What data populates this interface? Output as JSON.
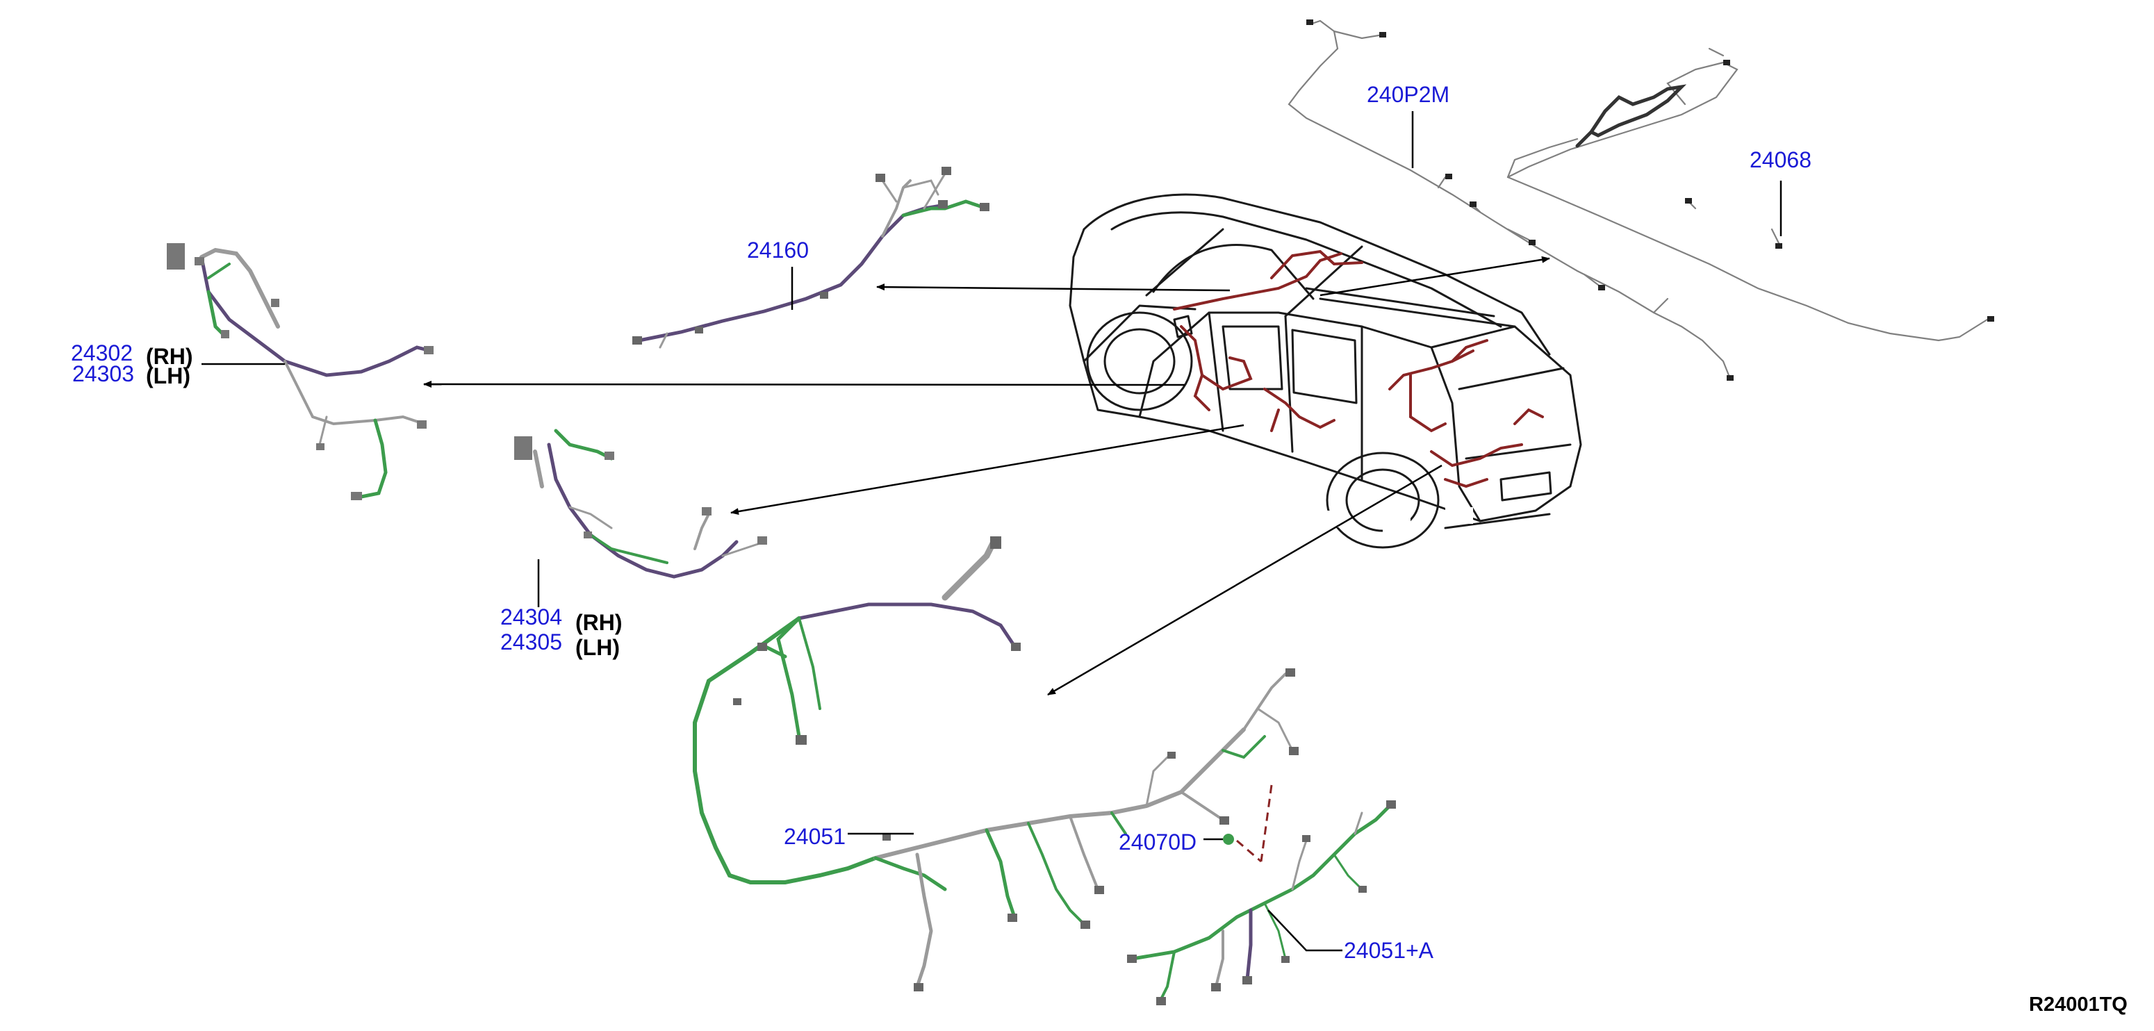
{
  "colors": {
    "part_number": "#1a1ad6",
    "harness_car": "#8a2424",
    "harness_green": "#3c9c4c",
    "harness_purple": "#5c4a78",
    "harness_gray": "#9a9a9a",
    "leader_line": "#000000",
    "dashed_link": "#8a2424"
  },
  "parts": {
    "p240P2M": "240P2M",
    "p24068": "24068",
    "p24160": "24160",
    "p24302": "24302",
    "p24302_side": "(RH)",
    "p24303": "24303",
    "p24303_side": "(LH)",
    "p24304": "24304",
    "p24304_side": "(RH)",
    "p24305": "24305",
    "p24305_side": "(LH)",
    "p24051": "24051",
    "p24070D": "24070D",
    "p24051A": "24051+A"
  },
  "diagram_code": "R24001TQ"
}
